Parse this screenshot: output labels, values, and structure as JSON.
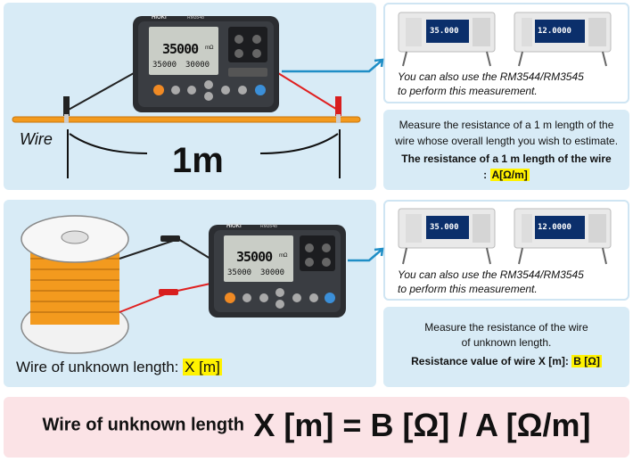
{
  "top_left": {
    "meter_brand": "HIOKI",
    "meter_model": "RM3548",
    "lcd_main": "35000",
    "lcd_unit": "mΩ",
    "lcd_sub_left": "35000",
    "lcd_sub_right": "30000",
    "wire_label": "Wire",
    "length_label": "1m"
  },
  "top_right": {
    "benchtop_display_1": "35.000",
    "benchtop_display_2": "12.0000",
    "note_line1": "You can also use the RM3544/RM3545",
    "note_line2": "to perform this measurement.",
    "desc_line1": "Measure the resistance of a 1 m length of the",
    "desc_line2": "wire whose overall length you wish to estimate.",
    "bold_line1": "The resistance of a 1 m length of the wire",
    "bold_prefix": ":",
    "bold_highlight": "A[Ω/m]"
  },
  "mid_left": {
    "meter_brand": "HIOKI",
    "meter_model": "RM3548",
    "lcd_main": "35000",
    "lcd_unit": "mΩ",
    "lcd_sub_left": "35000",
    "lcd_sub_right": "30000",
    "unknown_label": "Wire of unknown length:",
    "unknown_highlight": "X [m]"
  },
  "mid_right": {
    "benchtop_display_1": "35.000",
    "benchtop_display_2": "12.0000",
    "note_line1": "You can also use the RM3544/RM3545",
    "note_line2": "to perform this measurement.",
    "desc_line1": "Measure the resistance of the wire",
    "desc_line2": "of unknown length.",
    "bold_label": "Resistance value of wire X [m]:",
    "bold_highlight": "B [Ω]"
  },
  "formula": {
    "prefix": "Wire of unknown length",
    "equation": "X [m] = B [Ω] / A [Ω/m]"
  },
  "colors": {
    "panel_blue": "#d8ebf6",
    "formula_pink": "#fbe3e6",
    "wire_orange": "#f39a1e",
    "highlight_yellow": "#fff200",
    "arrow_blue": "#1f8ec6"
  }
}
